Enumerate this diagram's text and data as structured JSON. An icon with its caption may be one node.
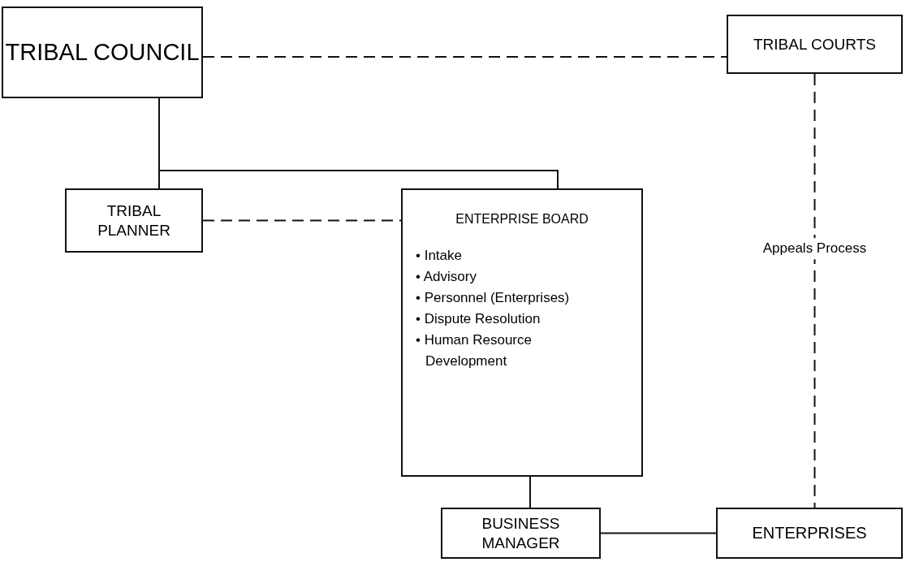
{
  "diagram": {
    "nodes": [
      {
        "text": [
          "TRIBAL COUNCIL"
        ]
      },
      {
        "text": [
          "TRIBAL COURTS"
        ]
      },
      {
        "text": [
          "TRIBAL PLANNER"
        ]
      },
      {
        "text": [
          "ENTERPRISE BOARD",
          "• Intake",
          "• Advisory",
          "• Personnel (Enterprises)",
          "• Dispute Resolution",
          "• Human Resource Development"
        ]
      },
      {
        "text": [
          "BUSINESS MANAGER"
        ]
      },
      {
        "text": [
          "ENTERPRISES"
        ]
      }
    ],
    "edges": [
      {
        "from": 0,
        "to": 1,
        "arrow": "none",
        "style": "dashed"
      },
      {
        "from": 0,
        "to": 2,
        "arrow": "none"
      },
      {
        "from": 0,
        "to": 3,
        "arrow": "none"
      },
      {
        "from": 2,
        "to": 3,
        "arrow": "none",
        "style": "dashed"
      },
      {
        "from": 3,
        "to": 4,
        "arrow": "none"
      },
      {
        "from": 4,
        "to": 5,
        "arrow": "none"
      },
      {
        "from": 1,
        "to": 5,
        "arrow": "none",
        "style": "dashed",
        "label": "Appeals Process"
      }
    ]
  }
}
